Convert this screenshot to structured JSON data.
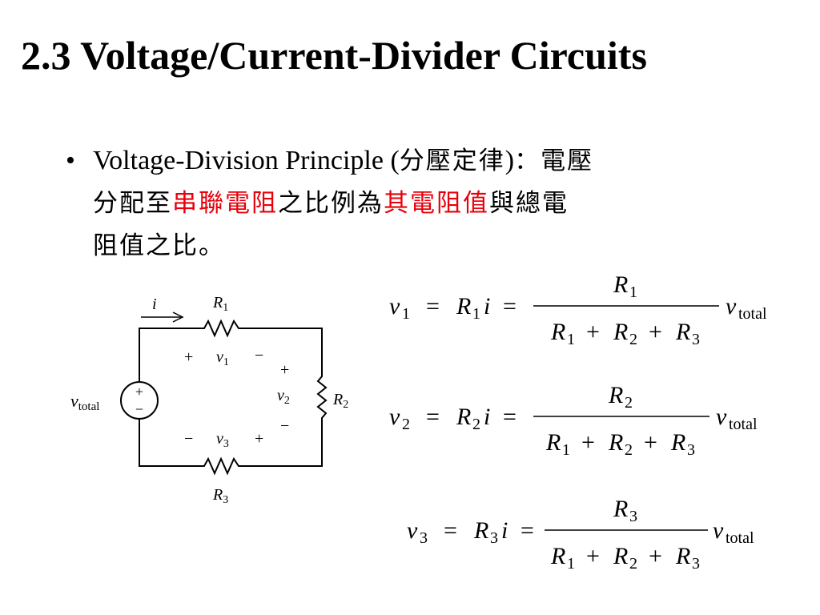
{
  "slide": {
    "title": "2.3 Voltage/Current-Divider Circuits",
    "bullet": {
      "marker": "•",
      "line1_en": "Voltage-Division Principle (",
      "line1_cjk": "分壓定律",
      "line1_paren": ")",
      "line1_cjk_tail": "：電壓",
      "line2_a": "分配至",
      "line2_red1": "串聯電阻",
      "line2_b": "之比例為",
      "line2_red2": "其電阻值",
      "line2_c": "與總電",
      "line3": "阻值之比。"
    }
  },
  "colors": {
    "highlight": "#e8000b",
    "text": "#000000"
  },
  "circuit": {
    "current_label": "i",
    "source_plus": "+",
    "source_minus": "−",
    "source_label_var": "v",
    "source_label_sub": "total",
    "r1": {
      "letter": "R",
      "sub": "1",
      "plus": "+",
      "minus": "−",
      "v_var": "v",
      "v_sub": "1"
    },
    "r2": {
      "letter": "R",
      "sub": "2",
      "plus": "+",
      "minus": "−",
      "v_var": "v",
      "v_sub": "2"
    },
    "r3": {
      "letter": "R",
      "sub": "3",
      "plus": "+",
      "minus": "−",
      "v_var": "v",
      "v_sub": "3"
    }
  },
  "equations": [
    {
      "lhs_var": "v",
      "lhs_sub": "1",
      "eq1": "=",
      "r_letter": "R",
      "r_sub": "1",
      "i": "i",
      "eq2": "=",
      "num_letter": "R",
      "num_sub": "1",
      "den": [
        "R",
        "1",
        "+",
        "R",
        "2",
        "+",
        "R",
        "3"
      ],
      "tail_var": "v",
      "tail_sub": "total"
    },
    {
      "lhs_var": "v",
      "lhs_sub": "2",
      "eq1": "=",
      "r_letter": "R",
      "r_sub": "2",
      "i": "i",
      "eq2": "=",
      "num_letter": "R",
      "num_sub": "2",
      "den": [
        "R",
        "1",
        "+",
        "R",
        "2",
        "+",
        "R",
        "3"
      ],
      "tail_var": "v",
      "tail_sub": "total"
    },
    {
      "lhs_var": "v",
      "lhs_sub": "3",
      "eq1": "=",
      "r_letter": "R",
      "r_sub": "3",
      "i": "i",
      "eq2": "=",
      "num_letter": "R",
      "num_sub": "3",
      "den": [
        "R",
        "1",
        "+",
        "R",
        "2",
        "+",
        "R",
        "3"
      ],
      "tail_var": "v",
      "tail_sub": "total"
    }
  ]
}
